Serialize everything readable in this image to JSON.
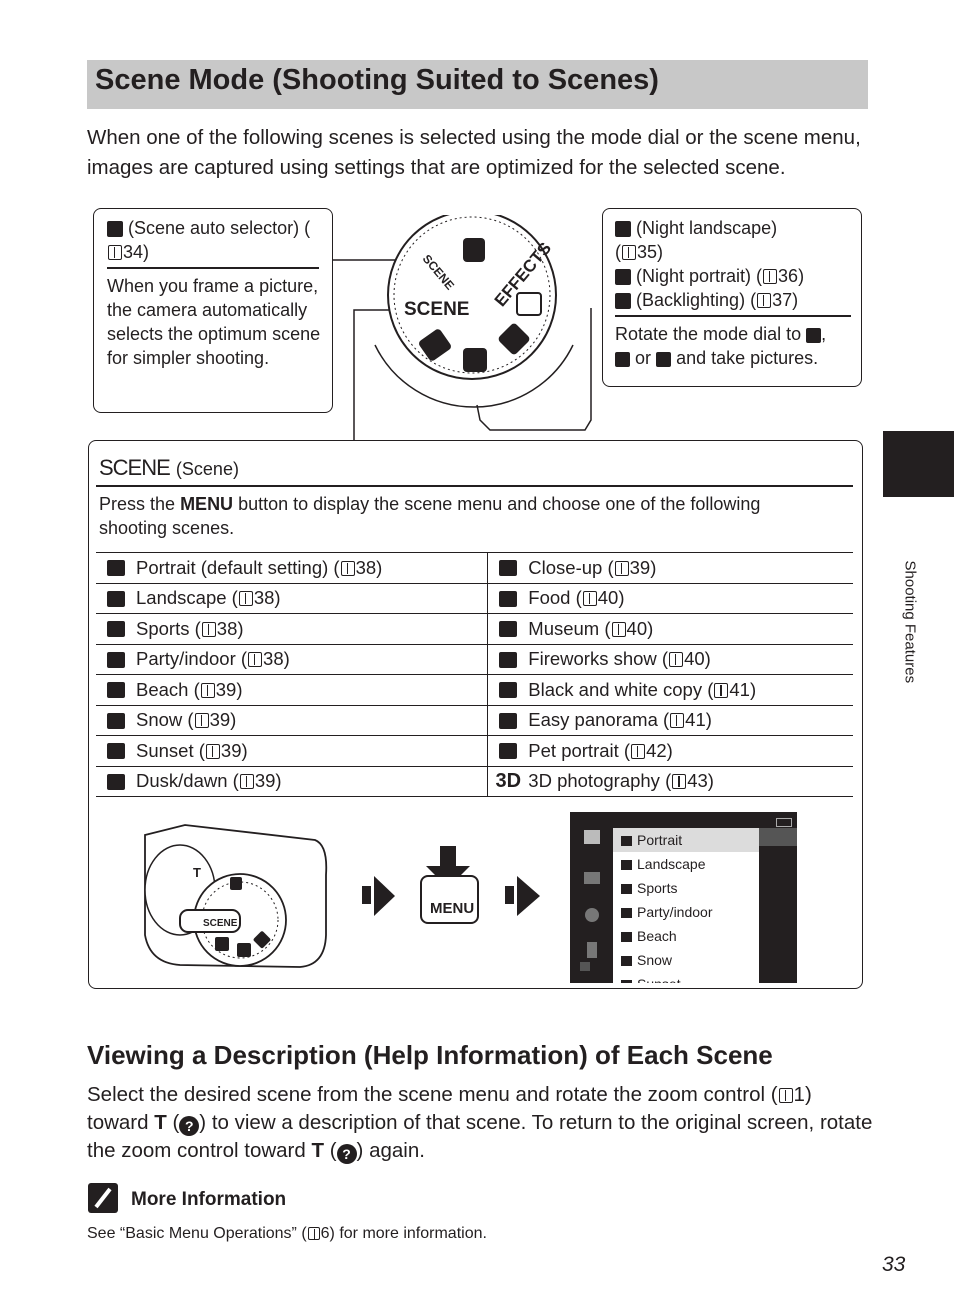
{
  "title": "Scene Mode (Shooting Suited to Scenes)",
  "intro": "When one of the following scenes is selected using the mode dial or the scene menu, images are captured using settings that are optimized for the selected scene.",
  "auto_box": {
    "heading": "(Scene auto selector) (",
    "ref": "34)",
    "body": "When you frame a picture, the camera automatically selects the optimum scene for simpler shooting."
  },
  "night_box": {
    "line1": "(Night landscape)",
    "line1b": "35)",
    "line2": "(Night portrait) (",
    "line2ref": "36)",
    "line3": "(Backlighting) (",
    "line3ref": "37)",
    "body": "Rotate the mode dial to",
    "body2": "or",
    "body3": "and take pictures."
  },
  "dial": {
    "scene_label": "SCENE",
    "effects_label": "EFFECTS"
  },
  "scene_box": {
    "heading_icon": "SCENE",
    "heading": "(Scene)",
    "desc_before": "Press the",
    "menu_word": "MENU",
    "desc_after": "button to display the scene menu and choose one of the following shooting scenes."
  },
  "scenes_left": [
    {
      "icon": "portrait-icon",
      "label": "Portrait (default setting) (",
      "ref": "38)"
    },
    {
      "icon": "landscape-icon",
      "label": "Landscape (",
      "ref": "38)"
    },
    {
      "icon": "sports-icon",
      "label": "Sports (",
      "ref": "38)"
    },
    {
      "icon": "party-icon",
      "label": "Party/indoor (",
      "ref": "38)"
    },
    {
      "icon": "beach-icon",
      "label": "Beach (",
      "ref": "39)"
    },
    {
      "icon": "snow-icon",
      "label": "Snow (",
      "ref": "39)"
    },
    {
      "icon": "sunset-icon",
      "label": "Sunset (",
      "ref": "39)"
    },
    {
      "icon": "dusk-icon",
      "label": "Dusk/dawn (",
      "ref": "39)"
    }
  ],
  "scenes_right": [
    {
      "icon": "close-up-icon",
      "label": "Close-up (",
      "ref": "39)"
    },
    {
      "icon": "food-icon",
      "label": "Food (",
      "ref": "40)"
    },
    {
      "icon": "museum-icon",
      "label": "Museum (",
      "ref": "40)"
    },
    {
      "icon": "fireworks-icon",
      "label": "Fireworks show (",
      "ref": "40)"
    },
    {
      "icon": "bw-copy-icon",
      "label": "Black and white copy (",
      "ref": "41)"
    },
    {
      "icon": "panorama-icon",
      "label": "Easy panorama (",
      "ref": "41)"
    },
    {
      "icon": "pet-icon",
      "label": "Pet portrait (",
      "ref": "42)"
    },
    {
      "icon": "3d-icon",
      "label": "3D photography (",
      "ref": "43)"
    }
  ],
  "three_d_glyph": "3D",
  "menu_button_label": "MENU",
  "menu_screen": {
    "items": [
      "Portrait",
      "Landscape",
      "Sports",
      "Party/indoor",
      "Beach",
      "Snow",
      "Sunset"
    ]
  },
  "side_tab": "Shooting Features",
  "section2_title": "Viewing a Description (Help Information) of Each Scene",
  "section2_p1": "Select the desired scene from the scene menu and rotate the zoom control (",
  "section2_p1ref": "1)",
  "section2_p2": "toward",
  "section2_p3": "to view a description of that scene. To return to the original screen, rotate the zoom control toward",
  "section2_p4": "again.",
  "zoom_t": "T",
  "more_title": "More Information",
  "more_text_a": "See “Basic Menu Operations” (",
  "more_text_b": "6) for more information.",
  "page_number": "33"
}
